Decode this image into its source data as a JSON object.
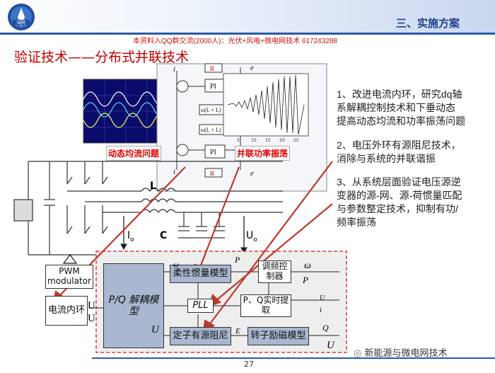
{
  "header": {
    "section_title": "三、实施方案",
    "banner": "本资料入QQ群交流(2000人)：光伏+风电+微电网技术 617243288",
    "slide_title": "验证技术——分布式并联技术",
    "logo_text": "国网"
  },
  "callouts": [
    "动态均流问题",
    "并联功率振荡"
  ],
  "points": [
    {
      "lines": [
        "1、改进电流内环，研究dq轴",
        "系解耦控制技术和下垂动态",
        "提高动态均流和功率振荡问题"
      ]
    },
    {
      "lines": [
        "2、电压外环有源阻尼技术，",
        "消除与系统的并联谐振"
      ]
    },
    {
      "lines": [
        "3、从系统层面验证电压源逆",
        "变器的源-网、源-荷惯量匹配",
        "与参数整定技术，抑制有功/",
        "频率振荡"
      ]
    }
  ],
  "circuit": {
    "inductor_label": "L",
    "capacitor_label": "C",
    "current_label": "I",
    "current_sub": "o",
    "voltage_label": "U",
    "voltage_sub": "o",
    "pwm_label": "PWM modulator"
  },
  "control_diagram": {
    "labels": {
      "io": "i",
      "ed": "e",
      "eq": "e"
    },
    "pi_blocks": [
      "PI",
      "PI"
    ],
    "rf_blocks": [
      "R",
      "R"
    ],
    "decoupling": [
      "ω(L + L)",
      "ω(L + L)"
    ]
  },
  "block_diagram": {
    "current_loop": "电流内环",
    "pq_block": "P/Q 解耦模型",
    "inertia": "柔性惯量模型",
    "freq_ctrl": "调频控制器",
    "pll": "PLL",
    "pq_extract": "P、Q实时提取",
    "stator_damping": "定子有源阻尼",
    "rotor_excitation": "转子励磁模型",
    "ud": "U",
    "uq": "U",
    "uo": "U",
    "us": "U",
    "omega_e": "ω",
    "omega_s": "ω",
    "pe": "P",
    "pavc": "P",
    "uabc": "U",
    "iabc": "i",
    "qavc": "Q",
    "eff": "E"
  },
  "footer": {
    "page_number": "27",
    "wechat": "新能源与微电网技术"
  },
  "colors": {
    "accent": "#2b5aa8",
    "title_red": "#c00000",
    "arrow_red": "#c0392b",
    "block_fill": "#a9b7d0",
    "dashed_red": "#e0393e"
  }
}
